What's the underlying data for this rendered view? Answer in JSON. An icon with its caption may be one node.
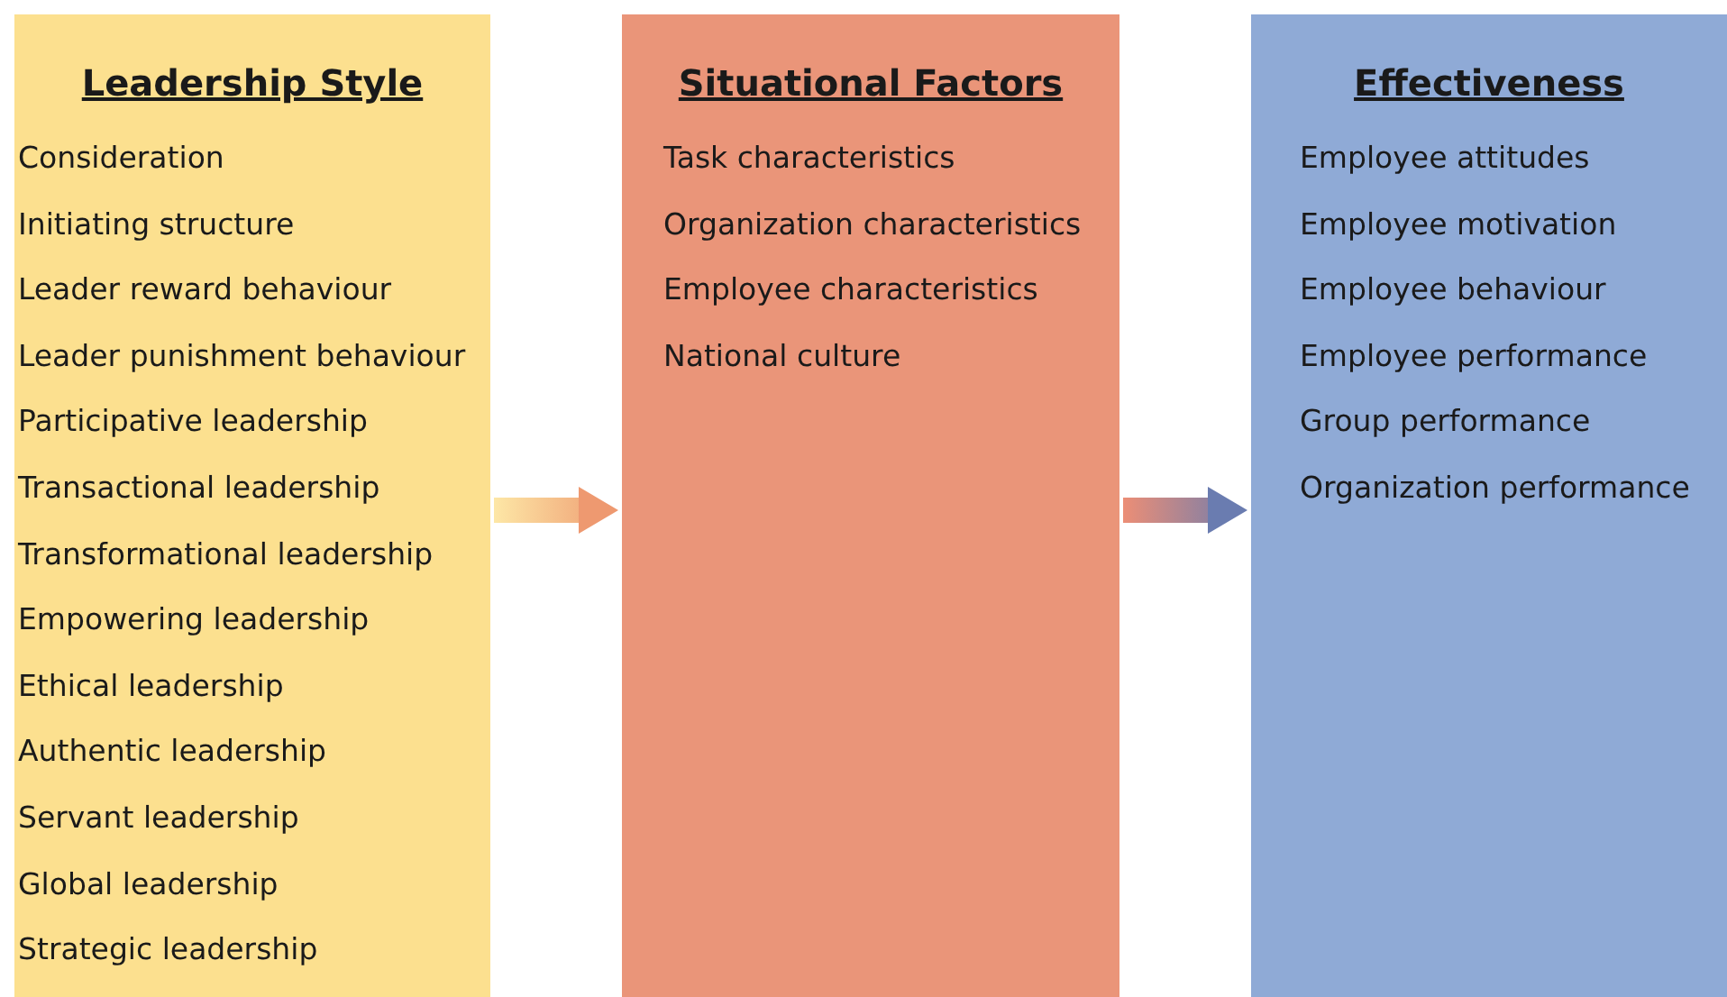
{
  "diagram": {
    "nodes": [
      {
        "text": [
          "Leadership Style",
          "Consideration",
          "Initiating structure",
          "Leader reward behaviour",
          "Leader punishment behaviour",
          "Participative leadership",
          "Transactional leadership",
          "Transformational leadership",
          "Empowering leadership",
          "Ethical leadership",
          "Authentic leadership",
          "Servant leadership",
          "Global leadership",
          "Strategic leadership"
        ]
      },
      {
        "text": [
          "Situational Factors",
          "Task characteristics",
          "Organization characteristics",
          "Employee characteristics",
          "National culture"
        ]
      },
      {
        "text": [
          "Effectiveness",
          "Employee attitudes",
          "Employee motivation",
          "Employee behaviour",
          "Employee performance",
          "Group performance",
          "Organization performance"
        ]
      }
    ],
    "edges": [
      {
        "from": 0,
        "to": 1,
        "arrow": "to"
      },
      {
        "from": 1,
        "to": 2,
        "arrow": "to"
      }
    ]
  }
}
